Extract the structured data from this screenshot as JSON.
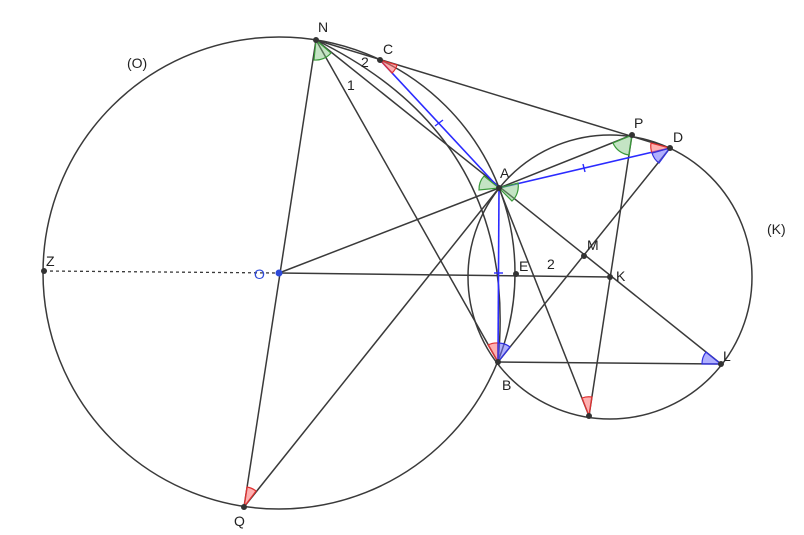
{
  "labels": {
    "circle_O": "(O)",
    "circle_K": "(K)",
    "N": "N",
    "C": "C",
    "P": "P",
    "D": "D",
    "A": "A",
    "M": "M",
    "E": "E",
    "K": "K",
    "Z": "Z",
    "O": "O",
    "B": "B",
    "L": "L",
    "Q": "Q",
    "num1": "1",
    "num2_top": "2",
    "num2_mid": "2"
  },
  "colors": {
    "line": "#3a3a3a",
    "blue_segment": "#2b2bff",
    "center_point": "#2d49d9",
    "angle_green": "#3a9a3a",
    "angle_red": "#e03030",
    "angle_blue": "#3030e0"
  }
}
